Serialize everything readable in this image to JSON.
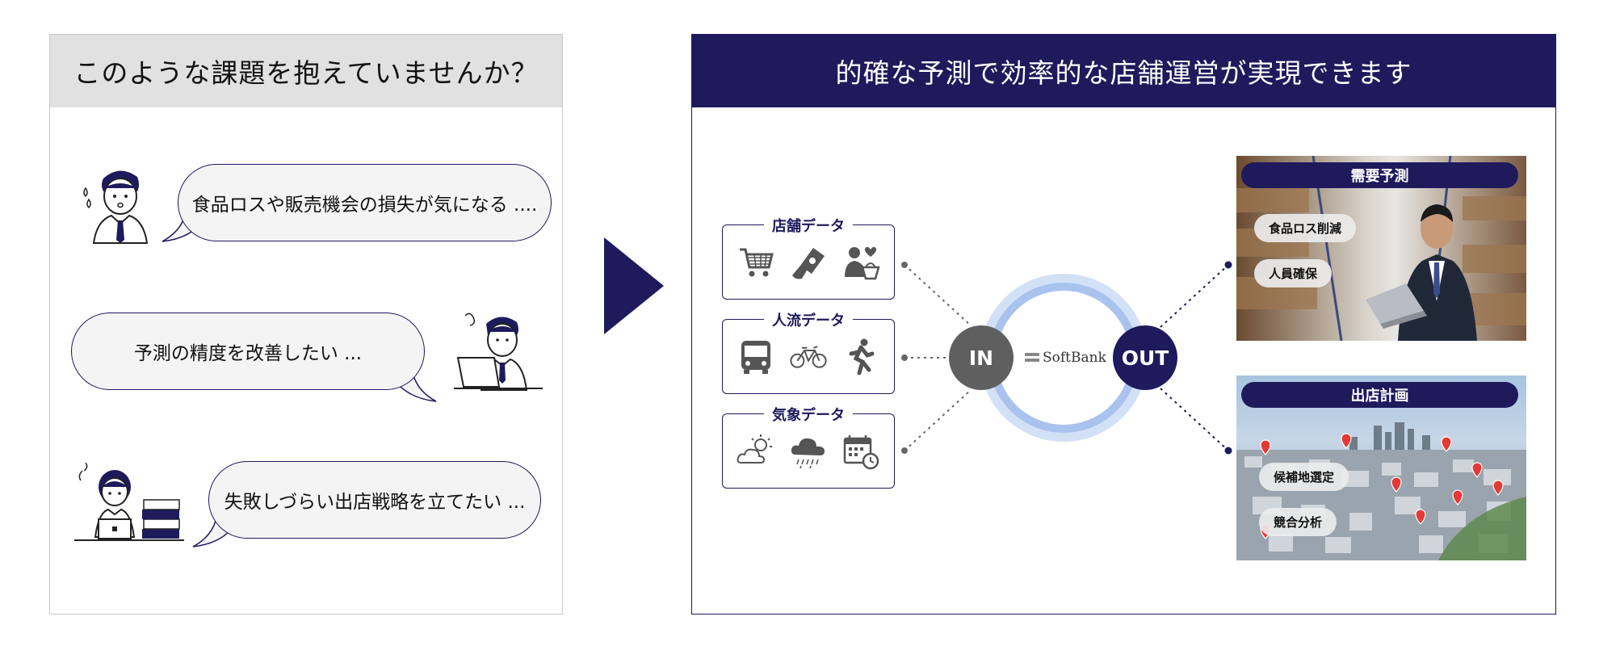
{
  "left": {
    "title": "このような課題を抱えていませんか？",
    "bubbles": [
      "食品ロスや販売機会の損失が気になる ....",
      "予測の精度を改善したい ...",
      "失敗しづらい出店戦略を立てたい ..."
    ]
  },
  "right": {
    "title": "的確な予測で効率的な店舗運営が実現できます",
    "data_sources": [
      {
        "label": "店舗データ",
        "icons": [
          "shopping-cart-icon",
          "cash-hand-icon",
          "shopper-basket-icon"
        ]
      },
      {
        "label": "人流データ",
        "icons": [
          "bus-icon",
          "bicycle-icon",
          "runner-icon"
        ]
      },
      {
        "label": "気象データ",
        "icons": [
          "sun-cloud-icon",
          "rain-cloud-icon",
          "calendar-clock-icon"
        ]
      }
    ],
    "in_label": "IN",
    "out_label": "OUT",
    "brand": "SoftBank",
    "outputs": [
      {
        "title": "需要予測",
        "tags": [
          "食品ロス削減",
          "人員確保"
        ]
      },
      {
        "title": "出店計画",
        "tags": [
          "候補地選定",
          "競合分析"
        ]
      }
    ]
  },
  "colors": {
    "navy": "#1e1a5c",
    "node_gray": "#5f5f5f",
    "ring": "#a9c3ee"
  }
}
